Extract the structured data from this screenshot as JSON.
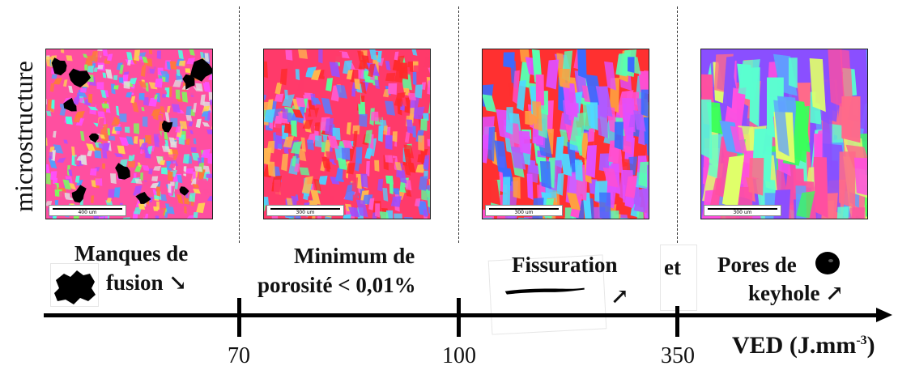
{
  "y_axis_label": "microstructure",
  "panels": [
    {
      "scale": "400 um"
    },
    {
      "scale": "300 um"
    },
    {
      "scale": "300 um"
    },
    {
      "scale": "300 um"
    }
  ],
  "regions": {
    "lack_of_fusion": {
      "line1": "Manques de",
      "line2": "fusion",
      "arrow": "↘"
    },
    "min_porosity": {
      "line1": "Minimum de",
      "line2": "porosité < 0,01%"
    },
    "cracking": {
      "label": "Fissuration",
      "arrow": "↗"
    },
    "conjunction": "et",
    "keyhole": {
      "line1": "Pores de",
      "line2": "keyhole",
      "arrow": "↗"
    }
  },
  "axis": {
    "ticks": [
      "70",
      "100",
      "350"
    ],
    "label_main": "VED (J.mm",
    "label_sup": "-3",
    "label_end": ")"
  },
  "icons": [
    "lack-of-fusion-pore-icon",
    "crack-icon",
    "keyhole-pore-icon"
  ],
  "colors": {
    "axis": "#000000",
    "divider": "#333333",
    "pore": "#000000"
  }
}
